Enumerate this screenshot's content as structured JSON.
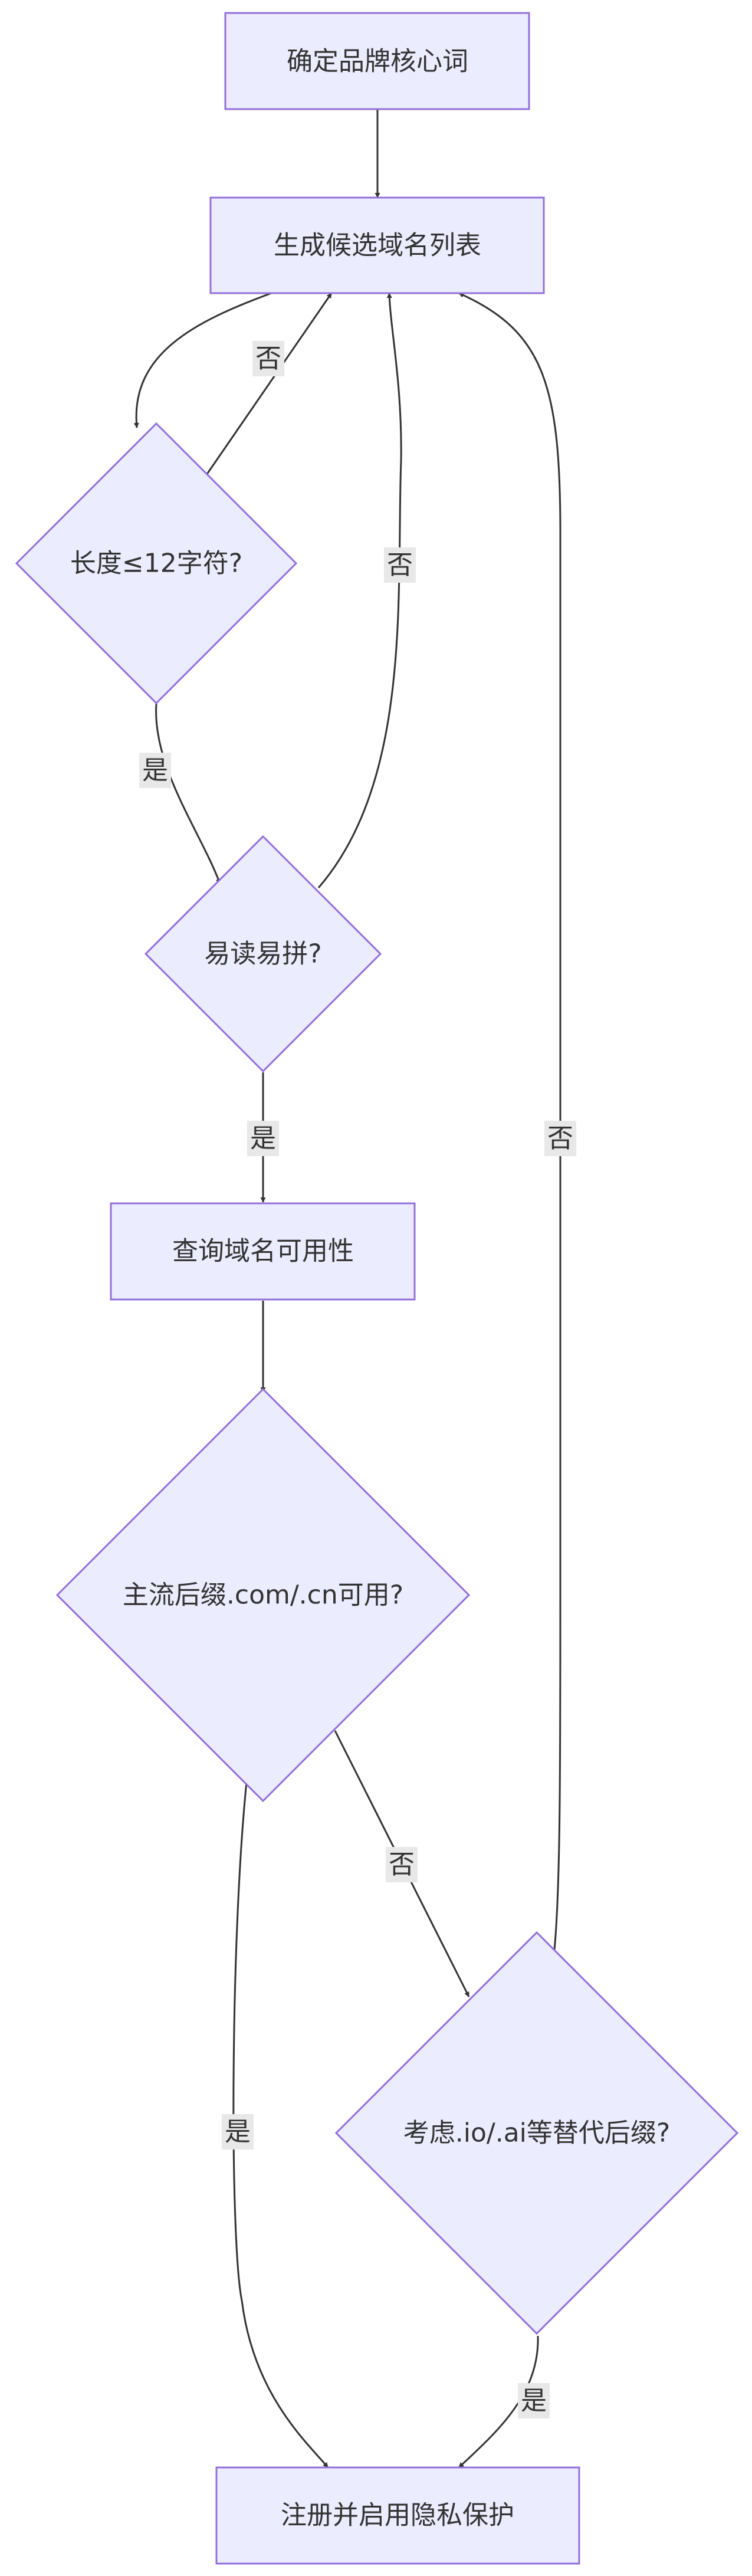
{
  "nodes": {
    "brand_keyword": "确定品牌核心词",
    "generate_list": "生成候选域名列表",
    "length_check": "长度≤12字符?",
    "readable_check": "易读易拼?",
    "query_availability": "查询域名可用性",
    "main_suffix_check": "主流后缀.com/.cn可用?",
    "alt_suffix_check": "考虑.io/.ai等替代后缀?",
    "register": "注册并启用隐私保护"
  },
  "edges": {
    "length_no": "否",
    "length_yes": "是",
    "readable_no": "否",
    "readable_yes": "是",
    "main_no": "否",
    "main_yes": "是",
    "alt_no": "否",
    "alt_yes": "是"
  },
  "colors": {
    "node_fill": "#ececff",
    "node_stroke": "#9370db",
    "edge": "#333333",
    "edge_label_bg": "#e8e8e8"
  }
}
